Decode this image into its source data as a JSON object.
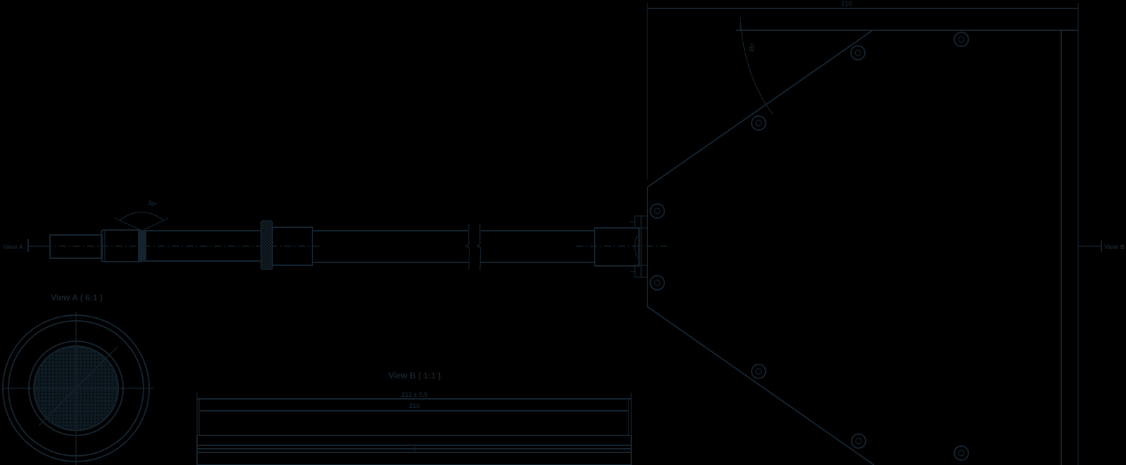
{
  "drawing": {
    "line_color": "#14232e",
    "background": "#000000",
    "side_view": {
      "view_a_marker": "View A",
      "view_b_marker": "View B",
      "shaft_angle_label": "30°",
      "panel_top_dimension": "210",
      "panel_angle_label": "35°"
    },
    "view_a": {
      "title": "View A ( 6:1 )"
    },
    "view_b": {
      "title": "View B ( 1:1 )",
      "dimension_outer": "212 ± 0.5",
      "dimension_inner": "210"
    }
  }
}
